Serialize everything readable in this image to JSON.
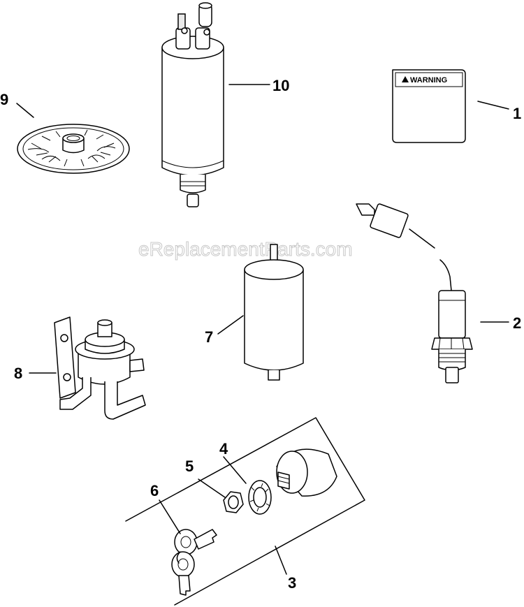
{
  "watermark": "eReplacementParts.com",
  "warning_label": {
    "text": "WARNING"
  },
  "callouts": {
    "c1": "1",
    "c2": "2",
    "c3": "3",
    "c4": "4",
    "c5": "5",
    "c6": "6",
    "c7": "7",
    "c8": "8",
    "c9": "9",
    "c10": "10"
  }
}
